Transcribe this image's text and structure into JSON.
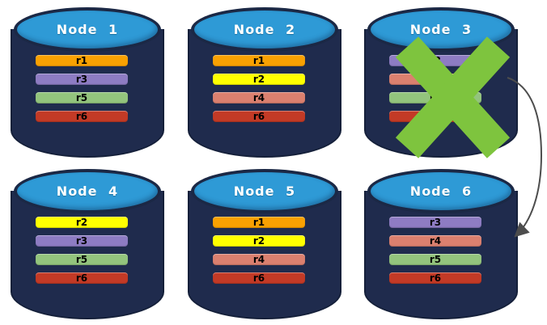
{
  "diagram": {
    "background": "#ffffff",
    "cylinder_body_color": "#1F2B4D",
    "cylinder_border_color": "#15203A",
    "cylinder_top_color": "#2E9AD6",
    "title_color": "#FFFFFF",
    "bar_text_color": "#000000",
    "failure_x_color": "#7EC43E",
    "arrow_color": "#4D4D4D"
  },
  "nodes": [
    {
      "id": "node-1",
      "title": "Node 1",
      "failed": false,
      "rows": [
        {
          "label": "r1",
          "color": "#F9A102"
        },
        {
          "label": "r3",
          "color": "#8E7CC3"
        },
        {
          "label": "r5",
          "color": "#93C47D"
        },
        {
          "label": "r6",
          "color": "#C33A26"
        }
      ]
    },
    {
      "id": "node-2",
      "title": "Node 2",
      "failed": false,
      "rows": [
        {
          "label": "r1",
          "color": "#F9A102"
        },
        {
          "label": "r2",
          "color": "#FFFF00"
        },
        {
          "label": "r4",
          "color": "#DB806F"
        },
        {
          "label": "r6",
          "color": "#C33A26"
        }
      ]
    },
    {
      "id": "node-3",
      "title": "Node 3",
      "failed": true,
      "rows": [
        {
          "label": "r3",
          "color": "#8E7CC3"
        },
        {
          "label": "r4",
          "color": "#DB806F"
        },
        {
          "label": "r5",
          "color": "#93C47D"
        },
        {
          "label": "r6",
          "color": "#C33A26"
        }
      ]
    },
    {
      "id": "node-4",
      "title": "Node 4",
      "failed": false,
      "rows": [
        {
          "label": "r2",
          "color": "#FFFF00"
        },
        {
          "label": "r3",
          "color": "#8E7CC3"
        },
        {
          "label": "r5",
          "color": "#93C47D"
        },
        {
          "label": "r6",
          "color": "#C33A26"
        }
      ]
    },
    {
      "id": "node-5",
      "title": "Node 5",
      "failed": false,
      "rows": [
        {
          "label": "r1",
          "color": "#F9A102"
        },
        {
          "label": "r2",
          "color": "#FFFF00"
        },
        {
          "label": "r4",
          "color": "#DB806F"
        },
        {
          "label": "r6",
          "color": "#C33A26"
        }
      ]
    },
    {
      "id": "node-6",
      "title": "Node 6",
      "failed": false,
      "rows": [
        {
          "label": "r3",
          "color": "#8E7CC3"
        },
        {
          "label": "r4",
          "color": "#DB806F"
        },
        {
          "label": "r5",
          "color": "#93C47D"
        },
        {
          "label": "r6",
          "color": "#C33A26"
        }
      ]
    }
  ],
  "arrow": {
    "from": "Node 3",
    "to": "Node 6"
  }
}
